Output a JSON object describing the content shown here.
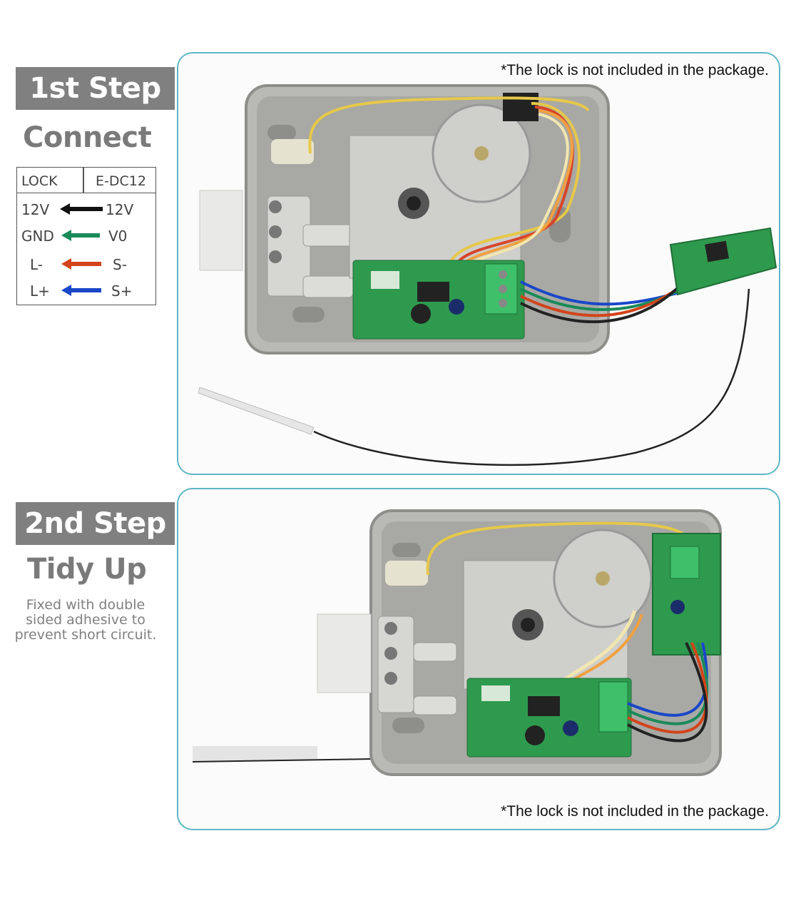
{
  "step1": {
    "badge": "1st Step",
    "subtitle": "Connect",
    "wiring": {
      "header_left": "LOCK",
      "header_right": "E-DC12",
      "rows": [
        {
          "left": "12V",
          "right": "12V",
          "color": "#111111"
        },
        {
          "left": "GND",
          "right": "V0",
          "color": "#1a8a5a"
        },
        {
          "left": "L-",
          "right": "S-",
          "color": "#d2441a"
        },
        {
          "left": "L+",
          "right": "S+",
          "color": "#1a47c8"
        }
      ]
    },
    "note": "*The lock is not included in the package."
  },
  "step2": {
    "badge": "2nd Step",
    "subtitle": "Tidy Up",
    "description_lines": [
      "Fixed with double",
      "sided adhesive to",
      "prevent short circuit."
    ],
    "note": "*The lock is not included in the package."
  },
  "colors": {
    "badge_bg": "#808080",
    "panel_border": "#5fb6c4",
    "pcb_green": "#2e9a4e",
    "metal": "#b9b9b6"
  }
}
